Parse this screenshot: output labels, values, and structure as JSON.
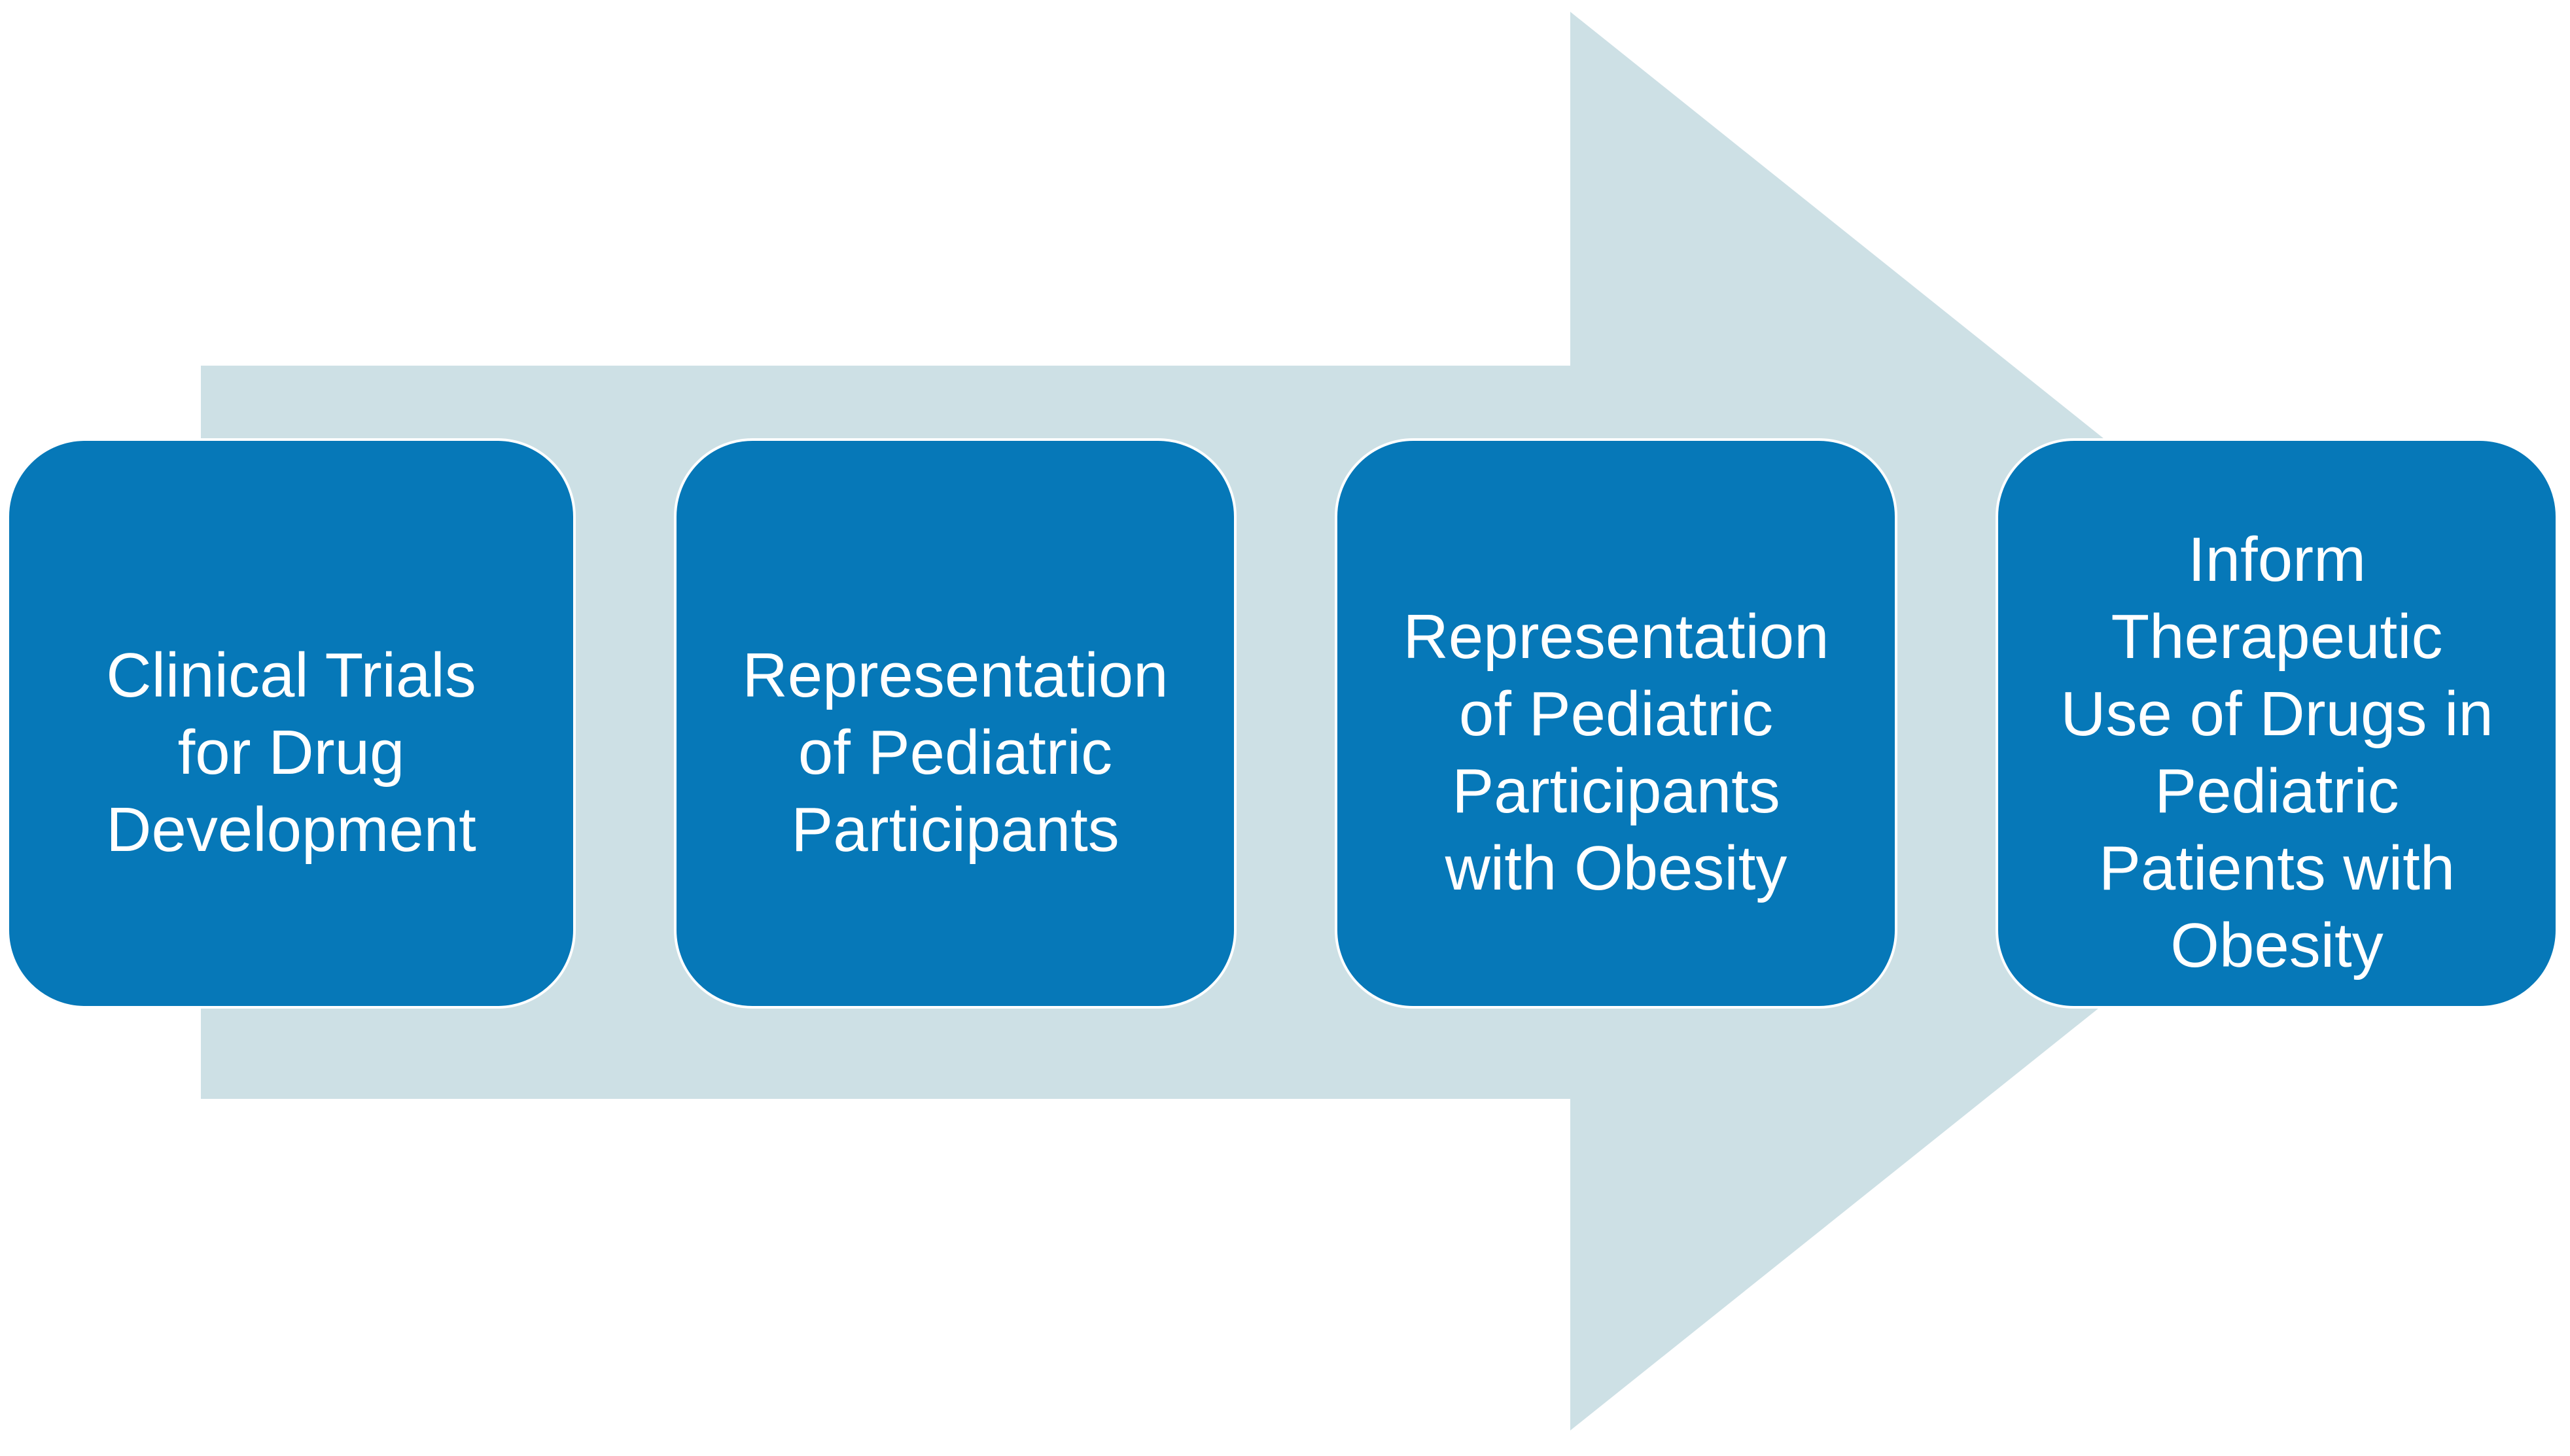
{
  "figure": {
    "type": "process-flow-diagram",
    "background_color": "#ffffff",
    "arrow": {
      "direction": "right",
      "fill_color": "#cde0e5"
    },
    "box_style": {
      "fill_color": "#0678b8",
      "border_color": "#ffffff",
      "text_color": "#ffffff"
    },
    "steps": [
      {
        "text": "Clinical Trials for Drug Development",
        "lines": [
          "Clinical Trials",
          "for Drug",
          "Development"
        ]
      },
      {
        "text": "Representation of Pediatric Participants",
        "lines": [
          "Representation",
          "of Pediatric",
          "Participants"
        ]
      },
      {
        "text": "Representation of Pediatric Participants with Obesity",
        "lines": [
          "Representation",
          "of Pediatric",
          "Participants",
          "with Obesity"
        ]
      },
      {
        "text": "Inform Therapeutic Use of Drugs in Pediatric Patients with Obesity",
        "lines": [
          "Inform",
          "Therapeutic",
          "Use of Drugs in",
          "Pediatric",
          "Patients with",
          "Obesity"
        ]
      }
    ]
  }
}
